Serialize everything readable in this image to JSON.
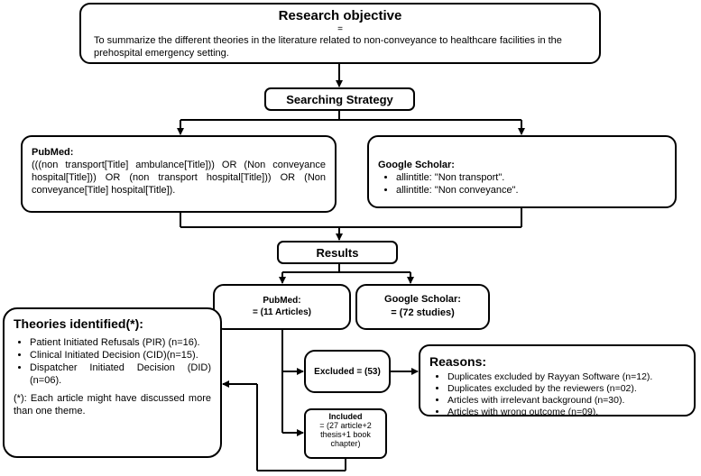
{
  "objective": {
    "title": "Research objective",
    "equals": "=",
    "text": "To summarize the different theories in the literature related to non-conveyance to healthcare facilities in the prehospital emergency setting."
  },
  "strategy": {
    "title": "Searching Strategy"
  },
  "pubmed_query": {
    "title": "PubMed:",
    "text": "(((non transport[Title] ambulance[Title])) OR (Non conveyance hospital[Title])) OR (non transport hospital[Title])) OR (Non conveyance[Title] hospital[Title])."
  },
  "scholar_query": {
    "title": "Google Scholar:",
    "items": [
      "allintitle: \"Non transport\".",
      "allintitle: \"Non conveyance\"."
    ]
  },
  "results": {
    "title": "Results"
  },
  "pubmed_result": {
    "title": "PubMed:",
    "value": "= (11 Articles)"
  },
  "scholar_result": {
    "title": "Google Scholar:",
    "value": "= (72 studies)"
  },
  "excluded": {
    "text": "Excluded = (53)"
  },
  "included": {
    "title": "Included",
    "text": "= (27 article+2 thesis+1 book chapter)"
  },
  "reasons": {
    "title": "Reasons:",
    "items": [
      "Duplicates excluded by Rayyan Software (n=12).",
      "Duplicates excluded by the reviewers (n=02).",
      "Articles with irrelevant background (n=30).",
      "Articles with wrong outcome (n=09)."
    ]
  },
  "theories": {
    "title": "Theories identified(*):",
    "items": [
      "Patient Initiated Refusals (PIR) (n=16).",
      "Clinical Initiated Decision (CID)(n=15).",
      "Dispatcher Initiated Decision (DID) (n=06)."
    ],
    "note": "(*): Each article might have discussed more than one theme."
  }
}
